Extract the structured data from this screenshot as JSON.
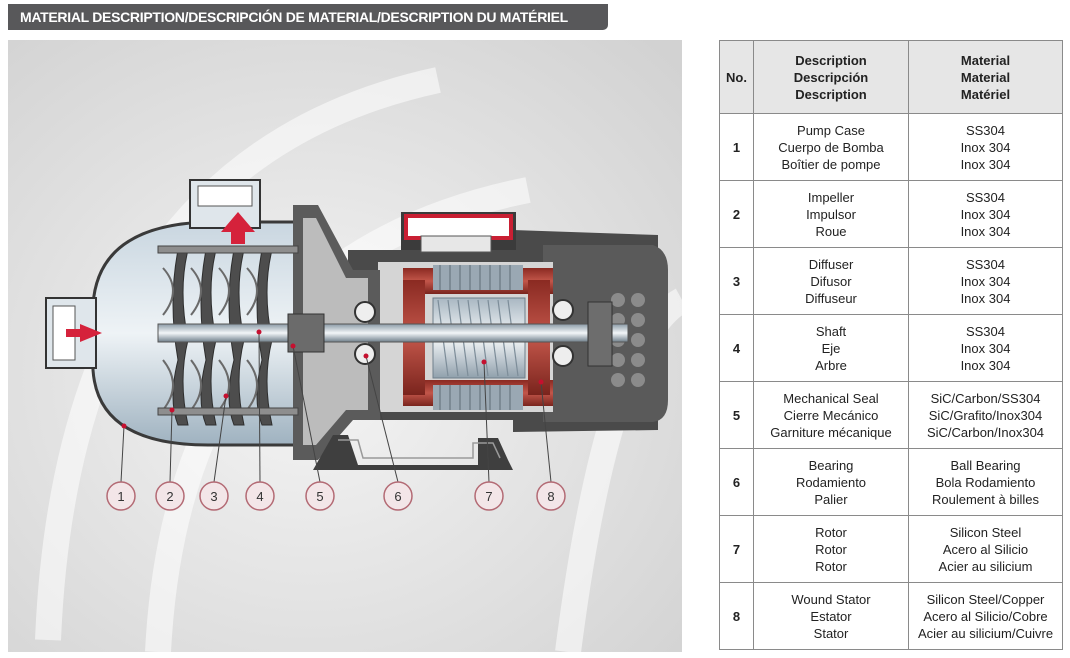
{
  "header": {
    "title": "MATERIAL DESCRIPTION/DESCRIPCIÓN DE MATERIAL/DESCRIPTION DU MATÉRIEL"
  },
  "diagram": {
    "callouts": [
      "1",
      "2",
      "3",
      "4",
      "5",
      "6",
      "7",
      "8"
    ]
  },
  "table": {
    "headers": {
      "no": "No.",
      "description": [
        "Description",
        "Descripción",
        "Description"
      ],
      "material": [
        "Material",
        "Material",
        "Matériel"
      ]
    },
    "rows": [
      {
        "no": "1",
        "description": [
          "Pump Case",
          "Cuerpo de Bomba",
          "Boîtier de pompe"
        ],
        "material": [
          "SS304",
          "Inox 304",
          "Inox 304"
        ]
      },
      {
        "no": "2",
        "description": [
          "Impeller",
          "Impulsor",
          "Roue"
        ],
        "material": [
          "SS304",
          "Inox 304",
          "Inox 304"
        ]
      },
      {
        "no": "3",
        "description": [
          "Diffuser",
          "Difusor",
          "Diffuseur"
        ],
        "material": [
          "SS304",
          "Inox 304",
          "Inox 304"
        ]
      },
      {
        "no": "4",
        "description": [
          "Shaft",
          "Eje",
          "Arbre"
        ],
        "material": [
          "SS304",
          "Inox 304",
          "Inox 304"
        ]
      },
      {
        "no": "5",
        "description": [
          "Mechanical Seal",
          "Cierre Mecánico",
          "Garniture mécanique"
        ],
        "material": [
          "SiC/Carbon/SS304",
          "SiC/Grafito/Inox304",
          "SiC/Carbon/Inox304"
        ]
      },
      {
        "no": "6",
        "description": [
          "Bearing",
          "Rodamiento",
          "Palier"
        ],
        "material": [
          "Ball Bearing",
          "Bola Rodamiento",
          "Roulement à billes"
        ]
      },
      {
        "no": "7",
        "description": [
          "Rotor",
          "Rotor",
          "Rotor"
        ],
        "material": [
          "Silicon Steel",
          "Acero al Silicio",
          "Acier au silicium"
        ]
      },
      {
        "no": "8",
        "description": [
          "Wound Stator",
          "Estator",
          "Stator"
        ],
        "material": [
          "Silicon Steel/Copper",
          "Acero al Silicio/Cobre",
          "Acier au silicium/Cuivre"
        ]
      }
    ]
  }
}
